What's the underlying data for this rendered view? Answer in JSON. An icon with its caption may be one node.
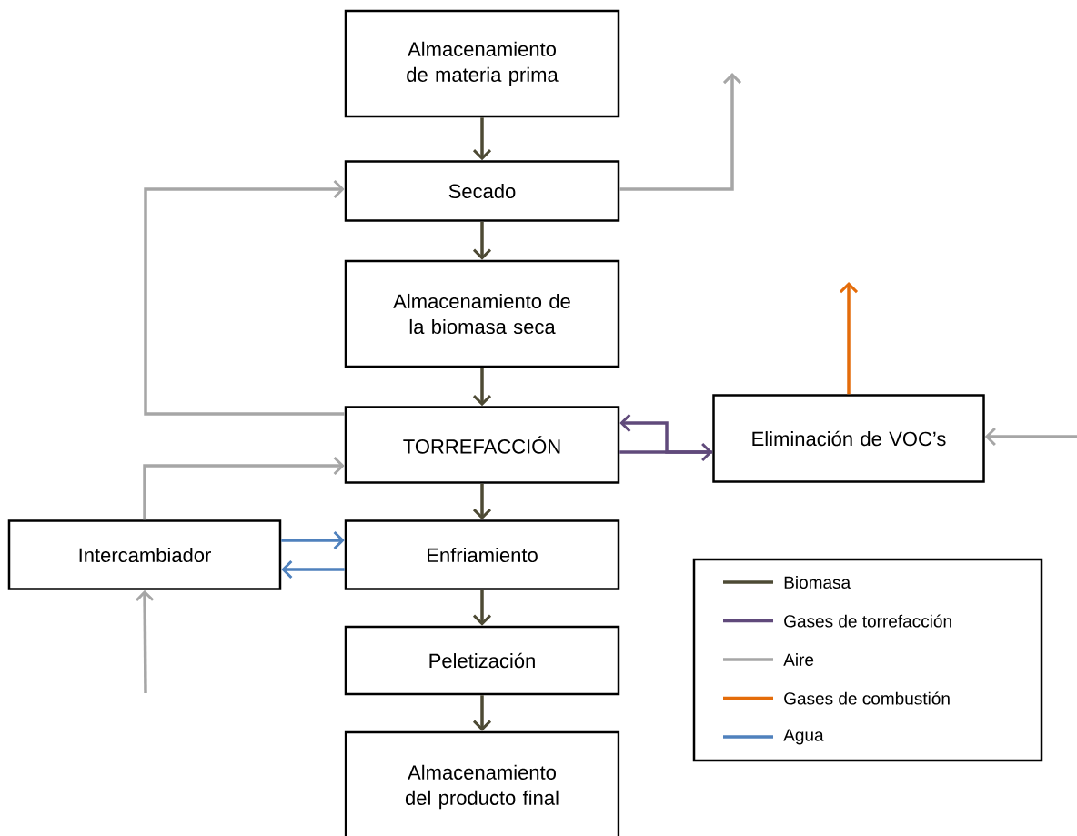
{
  "diagram": {
    "nodes": [
      {
        "text": [
          "Almacenamiento de materia prima"
        ]
      },
      {
        "text": [
          "Secado"
        ]
      },
      {
        "text": [
          "Almacenamiento de la biomasa seca"
        ]
      },
      {
        "text": [
          "TORREFACCIÓN"
        ]
      },
      {
        "text": [
          "Enfriamiento"
        ]
      },
      {
        "text": [
          "Peletización"
        ]
      },
      {
        "text": [
          "Almacenamiento del producto final"
        ]
      },
      {
        "text": [
          "Eliminación de VOC’s"
        ]
      },
      {
        "text": [
          "Intercambiador"
        ]
      }
    ],
    "edges": [
      {
        "from": 0,
        "to": 1,
        "arrow": "to"
      },
      {
        "from": 1,
        "to": 2,
        "arrow": "to"
      },
      {
        "from": 2,
        "to": 3,
        "arrow": "to"
      },
      {
        "from": 3,
        "to": 4,
        "arrow": "to"
      },
      {
        "from": 4,
        "to": 5,
        "arrow": "to"
      },
      {
        "from": 5,
        "to": 6,
        "arrow": "to"
      },
      {
        "from": 3,
        "to": 1,
        "arrow": "to",
        "color": "#a6a6a6"
      },
      {
        "from": 8,
        "to": 3,
        "arrow": "to",
        "color": "#a6a6a6"
      },
      {
        "from": null,
        "to": 8,
        "arrow": "to",
        "color": "#a6a6a6"
      },
      {
        "from": 1,
        "to": null,
        "arrow": "to",
        "color": "#a6a6a6"
      },
      {
        "from": 3,
        "to": 7,
        "arrow": "to",
        "color": "#604a7b"
      },
      {
        "from": 7,
        "to": 3,
        "arrow": "to",
        "color": "#604a7b"
      },
      {
        "from": 7,
        "to": null,
        "arrow": "to",
        "color": "#e46c0a"
      },
      {
        "from": null,
        "to": 7,
        "arrow": "to",
        "color": "#a6a6a6"
      },
      {
        "from": 8,
        "to": 4,
        "arrow": "to",
        "color": "#4f81bd"
      },
      {
        "from": 4,
        "to": 8,
        "arrow": "to",
        "color": "#4f81bd"
      }
    ],
    "legend": [
      {
        "text": "Biomasa"
      },
      {
        "text": "Gases de torrefacción"
      },
      {
        "text": "Aire"
      },
      {
        "text": "Gases de combustión"
      },
      {
        "text": "Agua"
      }
    ]
  }
}
